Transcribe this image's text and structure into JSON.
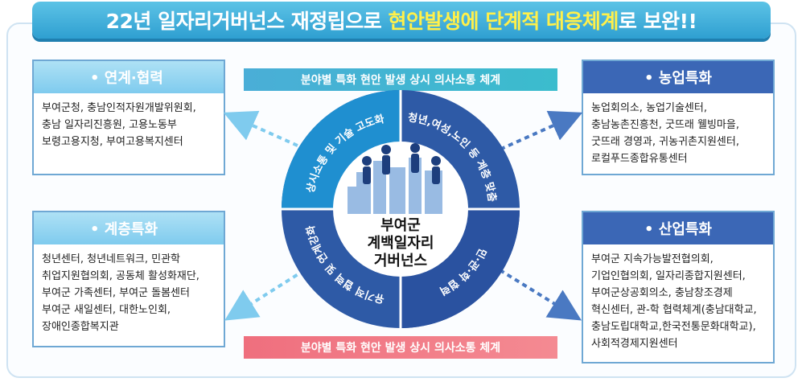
{
  "banner": {
    "part1": "22년 일자리거버넌스 재정립으로 ",
    "highlight1": "현안발생에 단계적 대응체계",
    "part2": "로 보완!!"
  },
  "communication": {
    "top": "분야별 특화 현안 발생 상시 의사소통 체계",
    "bottom": "분야별 특화 현안 발생 상시 의사소통 체계"
  },
  "center": {
    "title_line1": "부여군",
    "title_line2": "계백일자리",
    "title_line3": "거버넌스",
    "ring": {
      "top_left": "상시소통 및 기술 고도화",
      "top_right": "청년,여성,노인 등 계층 맞춤",
      "bottom_left": "유기적 협력 및 연계강화",
      "bottom_right": "민·관·학 협력"
    }
  },
  "boxes": {
    "cooperation": {
      "title": "• 연계·협력",
      "lines": [
        "부여군청, 충남인적자원개발위원회,",
        "충남 일자리진흥원, 고용노동부",
        "보령고용지청, 부여고용복지센터"
      ]
    },
    "agriculture": {
      "title": "• 농업특화",
      "lines": [
        "농업회의소, 농업기술센터,",
        "충남농촌진흥천, 굿뜨래 웰빙마을,",
        "굿뜨래 경영과, 귀농귀촌지원센터,",
        "로컬푸드종합유통센터"
      ]
    },
    "class": {
      "title": "• 계층특화",
      "lines": [
        "청년센터, 청년네트워크, 민관학",
        "취업지원협의회, 공동체 활성화재단,",
        "부여군 가족센터, 부여군 돌봄센터",
        "부여군 새일센터, 대한노인회,",
        "장애인종합복지관"
      ]
    },
    "industry": {
      "title": "• 산업특화",
      "lines": [
        "부여군 지속가능발전협의회,",
        "기업인협의회, 일자리종합지원센터,",
        "부여군상공회의소, 충남창조경제",
        "혁신센터, 관-학 협력체계(충남대학교,",
        "충남도립대학교,한국전통문화대학교),",
        "사회적경제지원센터"
      ]
    }
  },
  "colors": {
    "banner": "#2f9fd1",
    "highlight": "#fff04a",
    "ring_blue": "#2e5aa6",
    "comm_top": "#3bbccd",
    "comm_bottom": "#ef6f7e"
  }
}
